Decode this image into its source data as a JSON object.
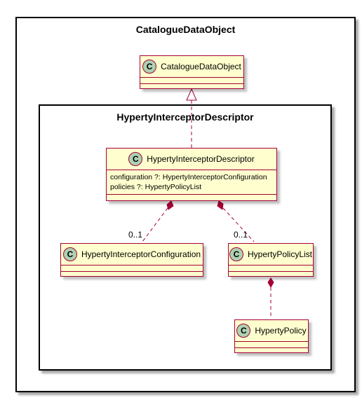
{
  "outer_package": {
    "title": "CatalogueDataObject"
  },
  "inner_package": {
    "title": "HypertyInterceptorDescriptor"
  },
  "classes": {
    "catalogue_data_object": {
      "stereotype": "C",
      "name": "CatalogueDataObject"
    },
    "hyperty_interceptor_descriptor": {
      "stereotype": "C",
      "name": "HypertyInterceptorDescriptor",
      "attributes": [
        "configuration ?: HypertyInterceptorConfiguration",
        "policies ?: HypertyPolicyList"
      ]
    },
    "hyperty_interceptor_configuration": {
      "stereotype": "C",
      "name": "HypertyInterceptorConfiguration"
    },
    "hyperty_policy_list": {
      "stereotype": "C",
      "name": "HypertyPolicyList"
    },
    "hyperty_policy": {
      "stereotype": "C",
      "name": "HypertyPolicy"
    }
  },
  "multiplicities": {
    "configuration": "0..1",
    "policies": "0..1"
  },
  "colors": {
    "class_fill": "#FEFECE",
    "class_border": "#A80036",
    "stereotype_circle": "#ADD1B2"
  }
}
